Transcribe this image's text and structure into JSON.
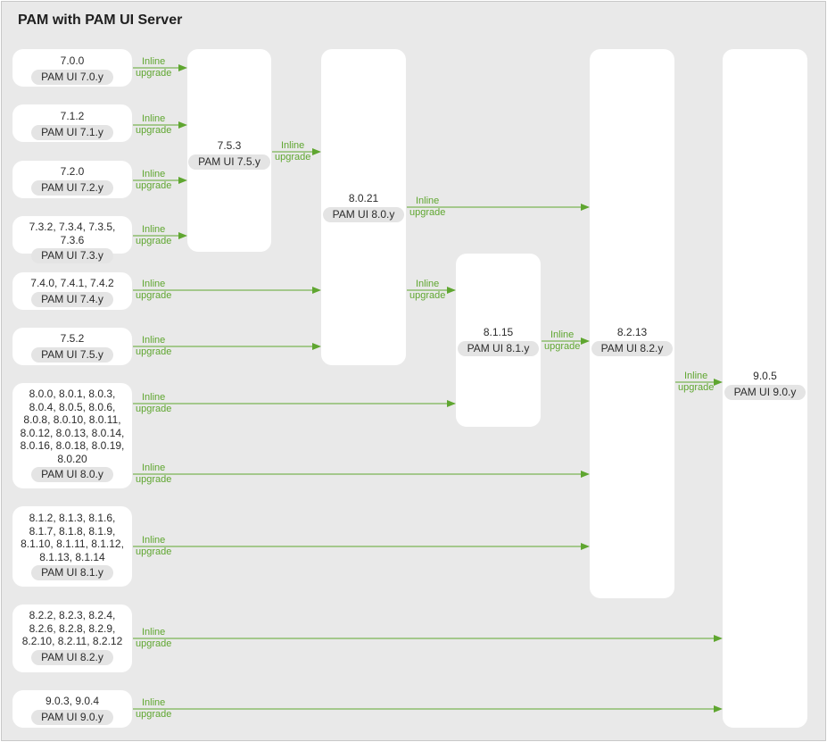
{
  "title": "PAM with PAM UI Server",
  "colors": {
    "background": "#e9e9e9",
    "node": "#ffffff",
    "pill": "#e4e4e4",
    "arrow": "#5fa630"
  },
  "nodes": [
    {
      "id": "n700",
      "lines": [
        "7.0.0"
      ],
      "ui": "PAM UI 7.0.y"
    },
    {
      "id": "n712",
      "lines": [
        "7.1.2"
      ],
      "ui": "PAM UI 7.1.y"
    },
    {
      "id": "n720",
      "lines": [
        "7.2.0"
      ],
      "ui": "PAM UI 7.2.y"
    },
    {
      "id": "n73x",
      "lines": [
        "7.3.2, 7.3.4, 7.3.5, 7.3.6"
      ],
      "ui": "PAM UI 7.3.y"
    },
    {
      "id": "n74x",
      "lines": [
        "7.4.0, 7.4.1, 7.4.2"
      ],
      "ui": "PAM UI 7.4.y"
    },
    {
      "id": "n752",
      "lines": [
        "7.5.2"
      ],
      "ui": "PAM UI 7.5.y"
    },
    {
      "id": "n80x",
      "lines": [
        "8.0.0, 8.0.1, 8.0.3,",
        "8.0.4, 8.0.5, 8.0.6,",
        "8.0.8, 8.0.10, 8.0.11,",
        "8.0.12, 8.0.13, 8.0.14,",
        "8.0.16, 8.0.18, 8.0.19,",
        "8.0.20"
      ],
      "ui": "PAM UI 8.0.y"
    },
    {
      "id": "n81x",
      "lines": [
        "8.1.2, 8.1.3, 8.1.6,",
        "8.1.7, 8.1.8, 8.1.9,",
        "8.1.10, 8.1.11, 8.1.12,",
        "8.1.13, 8.1.14"
      ],
      "ui": "PAM UI 8.1.y"
    },
    {
      "id": "n82x",
      "lines": [
        "8.2.2, 8.2.3, 8.2.4,",
        "8.2.6, 8.2.8, 8.2.9,",
        "8.2.10, 8.2.11, 8.2.12"
      ],
      "ui": "PAM UI 8.2.y"
    },
    {
      "id": "n90x",
      "lines": [
        "9.0.3, 9.0.4"
      ],
      "ui": "PAM UI 9.0.y"
    },
    {
      "id": "n753",
      "lines": [
        "7.5.3"
      ],
      "ui": "PAM UI 7.5.y"
    },
    {
      "id": "n8021",
      "lines": [
        "8.0.21"
      ],
      "ui": "PAM UI 8.0.y"
    },
    {
      "id": "n8115",
      "lines": [
        "8.1.15"
      ],
      "ui": "PAM UI 8.1.y"
    },
    {
      "id": "n8213",
      "lines": [
        "8.2.13"
      ],
      "ui": "PAM UI 8.2.y"
    },
    {
      "id": "n905",
      "lines": [
        "9.0.5"
      ],
      "ui": "PAM UI 9.0.y"
    }
  ],
  "edges": [
    {
      "from": "n700",
      "to": "n753",
      "label": [
        "Inline",
        "upgrade"
      ]
    },
    {
      "from": "n712",
      "to": "n753",
      "label": [
        "Inline",
        "upgrade"
      ]
    },
    {
      "from": "n720",
      "to": "n753",
      "label": [
        "Inline",
        "upgrade"
      ]
    },
    {
      "from": "n73x",
      "to": "n753",
      "label": [
        "Inline",
        "upgrade"
      ]
    },
    {
      "from": "n753",
      "to": "n8021",
      "label": [
        "Inline",
        "upgrade"
      ]
    },
    {
      "from": "n74x",
      "to": "n8021",
      "label": [
        "Inline",
        "upgrade"
      ]
    },
    {
      "from": "n752",
      "to": "n8021",
      "label": [
        "Inline",
        "upgrade"
      ]
    },
    {
      "from": "n8021",
      "to": "n8213",
      "label": [
        "Inline",
        "upgrade"
      ]
    },
    {
      "from": "n8021",
      "to": "n8115",
      "label": [
        "Inline",
        "upgrade"
      ]
    },
    {
      "from": "n8115",
      "to": "n8213",
      "label": [
        "Inline",
        "upgrade"
      ]
    },
    {
      "from": "n8213",
      "to": "n905",
      "label": [
        "Inline",
        "upgrade"
      ]
    },
    {
      "from": "n80x",
      "to": "n8115",
      "label": [
        "Inline",
        "upgrade"
      ]
    },
    {
      "from": "n80x",
      "to": "n8213",
      "label": [
        "Inline",
        "upgrade"
      ]
    },
    {
      "from": "n81x",
      "to": "n8213",
      "label": [
        "Inline",
        "upgrade"
      ]
    },
    {
      "from": "n82x",
      "to": "n905",
      "label": [
        "Inline",
        "upgrade"
      ]
    },
    {
      "from": "n90x",
      "to": "n905",
      "label": [
        "Inline",
        "upgrade"
      ]
    }
  ]
}
